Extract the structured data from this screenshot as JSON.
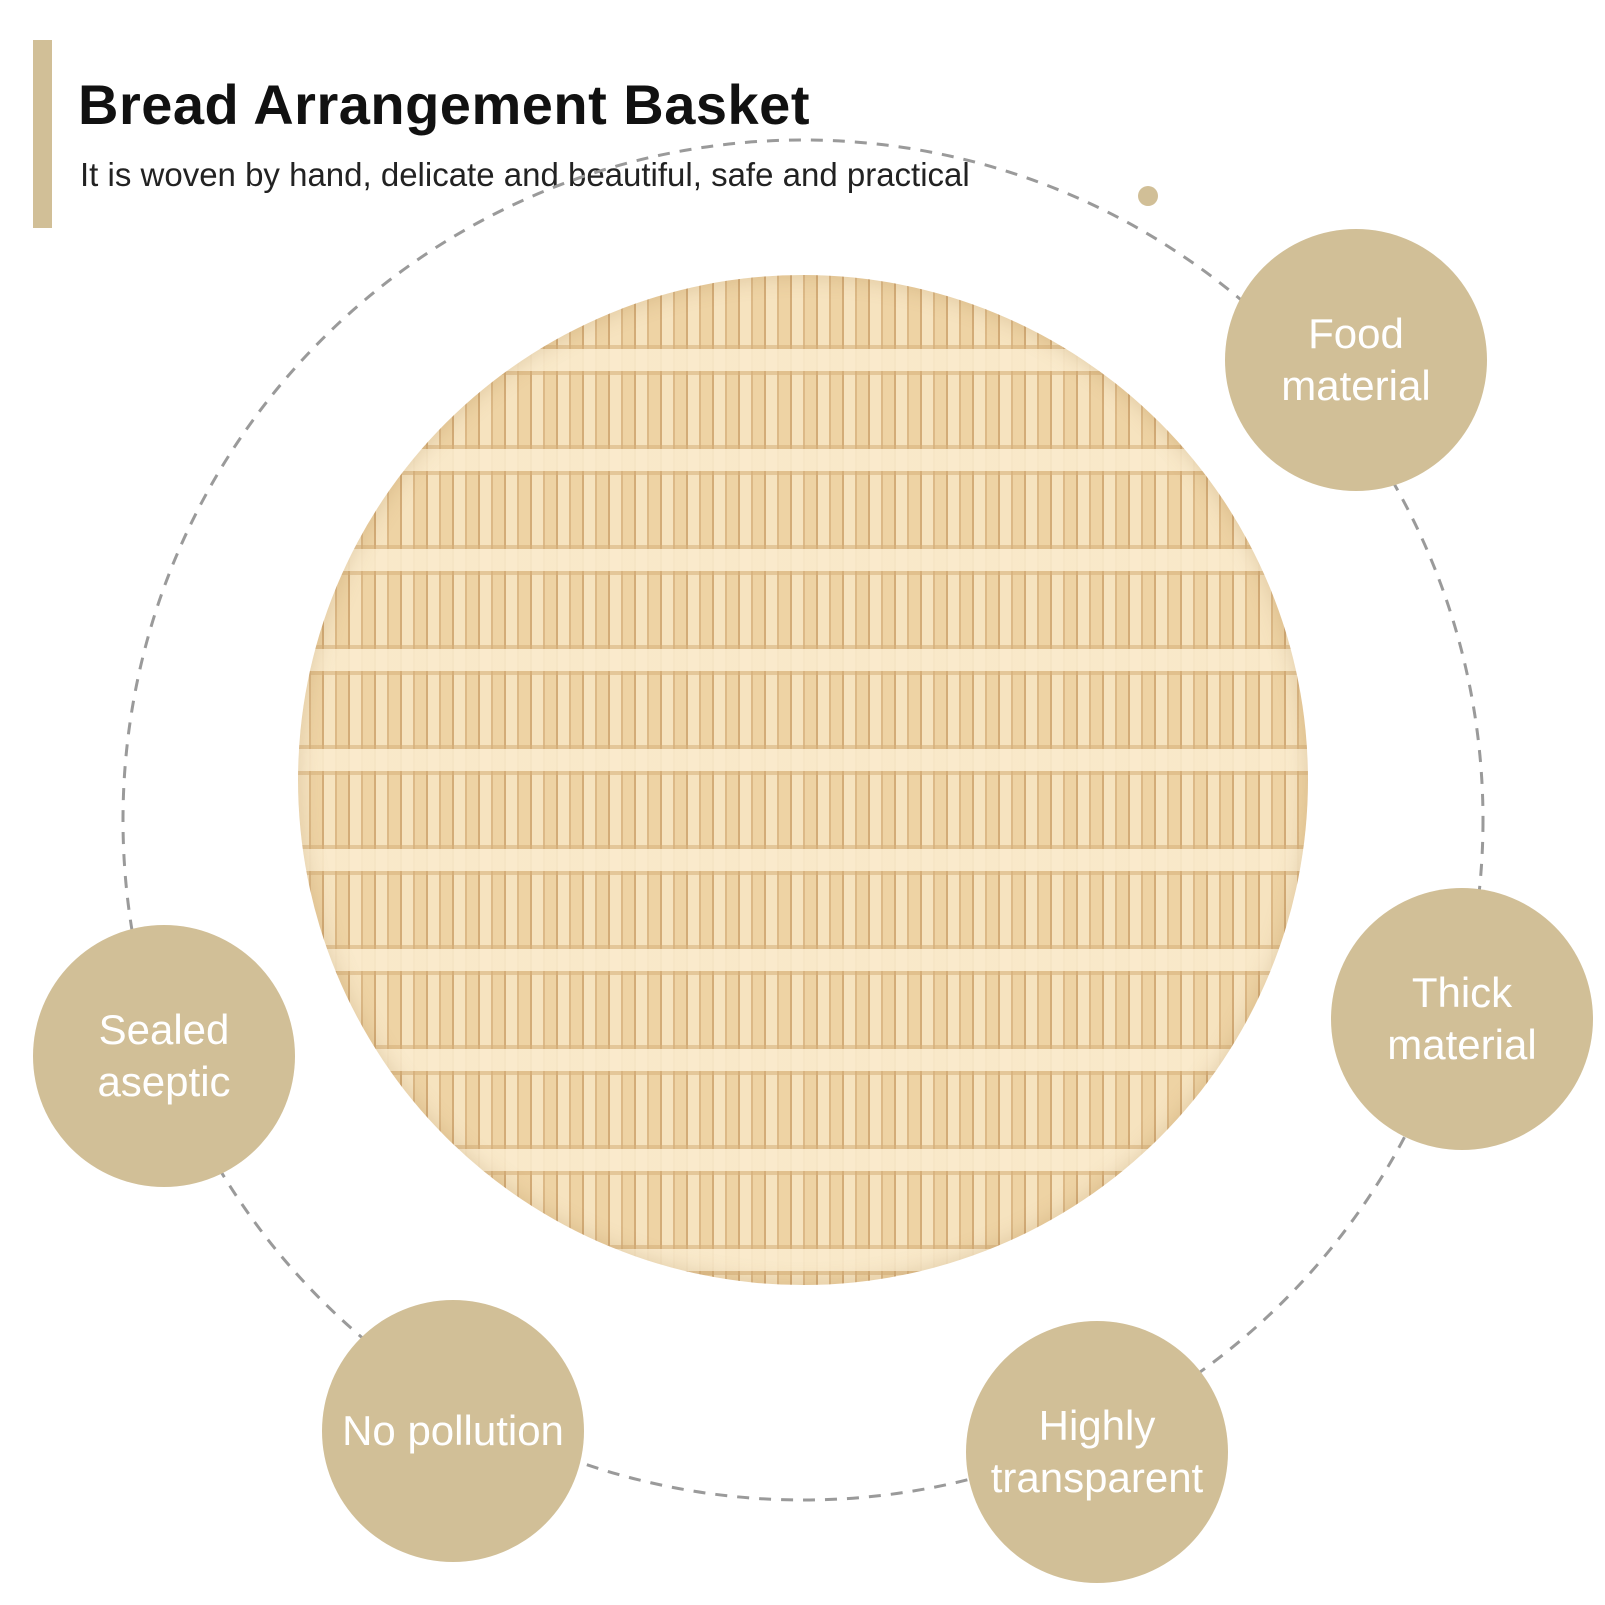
{
  "header": {
    "title": "Bread Arrangement Basket",
    "subtitle": "It is woven by hand, delicate and beautiful, safe and practical"
  },
  "features": [
    {
      "label": "Food material"
    },
    {
      "label": "Thick material"
    },
    {
      "label": "Highly transparent"
    },
    {
      "label": "No pollution"
    },
    {
      "label": "Sealed aseptic"
    }
  ],
  "colors": {
    "accent": "#d1bf97",
    "badge_text": "#ffffff",
    "title_text": "#111111",
    "dashed_ring": "#9a9a9a"
  },
  "product": {
    "image": "woven-bamboo-round-mat"
  }
}
